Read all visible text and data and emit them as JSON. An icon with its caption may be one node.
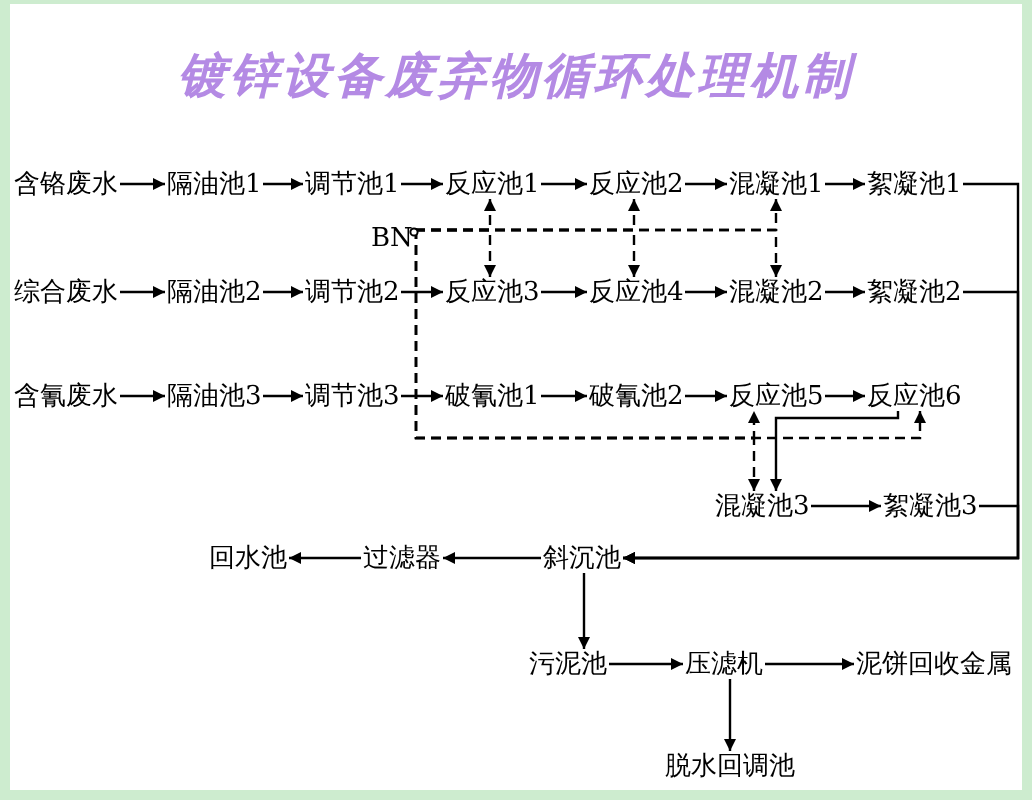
{
  "diagram": {
    "title": "镀锌设备废弃物循环处理机制",
    "nodes": [
      {
        "text": [
          "含铬废水"
        ]
      },
      {
        "text": [
          "隔油池1"
        ]
      },
      {
        "text": [
          "调节池1"
        ]
      },
      {
        "text": [
          "反应池1"
        ]
      },
      {
        "text": [
          "反应池2"
        ]
      },
      {
        "text": [
          "混凝池1"
        ]
      },
      {
        "text": [
          "絮凝池1"
        ]
      },
      {
        "text": [
          "BN"
        ]
      },
      {
        "text": [
          "综合废水"
        ]
      },
      {
        "text": [
          "隔油池2"
        ]
      },
      {
        "text": [
          "调节池2"
        ]
      },
      {
        "text": [
          "反应池3"
        ]
      },
      {
        "text": [
          "反应池4"
        ]
      },
      {
        "text": [
          "混凝池2"
        ]
      },
      {
        "text": [
          "絮凝池2"
        ]
      },
      {
        "text": [
          "含氰废水"
        ]
      },
      {
        "text": [
          "隔油池3"
        ]
      },
      {
        "text": [
          "调节池3"
        ]
      },
      {
        "text": [
          "破氰池1"
        ]
      },
      {
        "text": [
          "破氰池2"
        ]
      },
      {
        "text": [
          "反应池5"
        ]
      },
      {
        "text": [
          "反应池6"
        ]
      },
      {
        "text": [
          "混凝池3"
        ]
      },
      {
        "text": [
          "絮凝池3"
        ]
      },
      {
        "text": [
          "回水池"
        ]
      },
      {
        "text": [
          "过滤器"
        ]
      },
      {
        "text": [
          "斜沉池"
        ]
      },
      {
        "text": [
          "污泥池"
        ]
      },
      {
        "text": [
          "压滤机"
        ]
      },
      {
        "text": [
          "泥饼回收金属"
        ]
      },
      {
        "text": [
          "脱水回调池"
        ]
      }
    ],
    "edges": [
      {
        "from": 0,
        "to": 1,
        "arrow": "to"
      },
      {
        "from": 1,
        "to": 2,
        "arrow": "to"
      },
      {
        "from": 2,
        "to": 3,
        "arrow": "to"
      },
      {
        "from": 3,
        "to": 4,
        "arrow": "to"
      },
      {
        "from": 4,
        "to": 5,
        "arrow": "to"
      },
      {
        "from": 5,
        "to": 6,
        "arrow": "to"
      },
      {
        "from": 8,
        "to": 9,
        "arrow": "to"
      },
      {
        "from": 9,
        "to": 10,
        "arrow": "to"
      },
      {
        "from": 10,
        "to": 11,
        "arrow": "to"
      },
      {
        "from": 11,
        "to": 12,
        "arrow": "to"
      },
      {
        "from": 12,
        "to": 13,
        "arrow": "to"
      },
      {
        "from": 13,
        "to": 14,
        "arrow": "to"
      },
      {
        "from": 15,
        "to": 16,
        "arrow": "to"
      },
      {
        "from": 16,
        "to": 17,
        "arrow": "to"
      },
      {
        "from": 17,
        "to": 18,
        "arrow": "to"
      },
      {
        "from": 18,
        "to": 19,
        "arrow": "to"
      },
      {
        "from": 19,
        "to": 20,
        "arrow": "to"
      },
      {
        "from": 20,
        "to": 21,
        "arrow": "to"
      },
      {
        "from": 21,
        "to": 22,
        "arrow": "to"
      },
      {
        "from": 22,
        "to": 23,
        "arrow": "to"
      },
      {
        "from": 6,
        "to": 26,
        "arrow": "to"
      },
      {
        "from": 14,
        "to": 26,
        "arrow": "to"
      },
      {
        "from": 23,
        "to": 26,
        "arrow": "to"
      },
      {
        "from": 26,
        "to": 25,
        "arrow": "to"
      },
      {
        "from": 25,
        "to": 24,
        "arrow": "to"
      },
      {
        "from": 26,
        "to": 27,
        "arrow": "to"
      },
      {
        "from": 27,
        "to": 28,
        "arrow": "to"
      },
      {
        "from": 28,
        "to": 29,
        "arrow": "to"
      },
      {
        "from": 28,
        "to": 30,
        "arrow": "to"
      },
      {
        "from": 7,
        "to": 3,
        "arrow": "to",
        "style": "dashed"
      },
      {
        "from": 7,
        "to": 11,
        "arrow": "to",
        "style": "dashed"
      },
      {
        "from": 7,
        "to": 4,
        "arrow": "to",
        "style": "dashed"
      },
      {
        "from": 7,
        "to": 12,
        "arrow": "to",
        "style": "dashed"
      },
      {
        "from": 7,
        "to": 5,
        "arrow": "to",
        "style": "dashed"
      },
      {
        "from": 7,
        "to": 13,
        "arrow": "to",
        "style": "dashed"
      },
      {
        "from": 7,
        "to": 20,
        "arrow": "to",
        "style": "dashed"
      },
      {
        "from": 7,
        "to": 22,
        "arrow": "to",
        "style": "dashed"
      },
      {
        "from": 7,
        "to": 21,
        "arrow": "to",
        "style": "dashed"
      }
    ]
  }
}
